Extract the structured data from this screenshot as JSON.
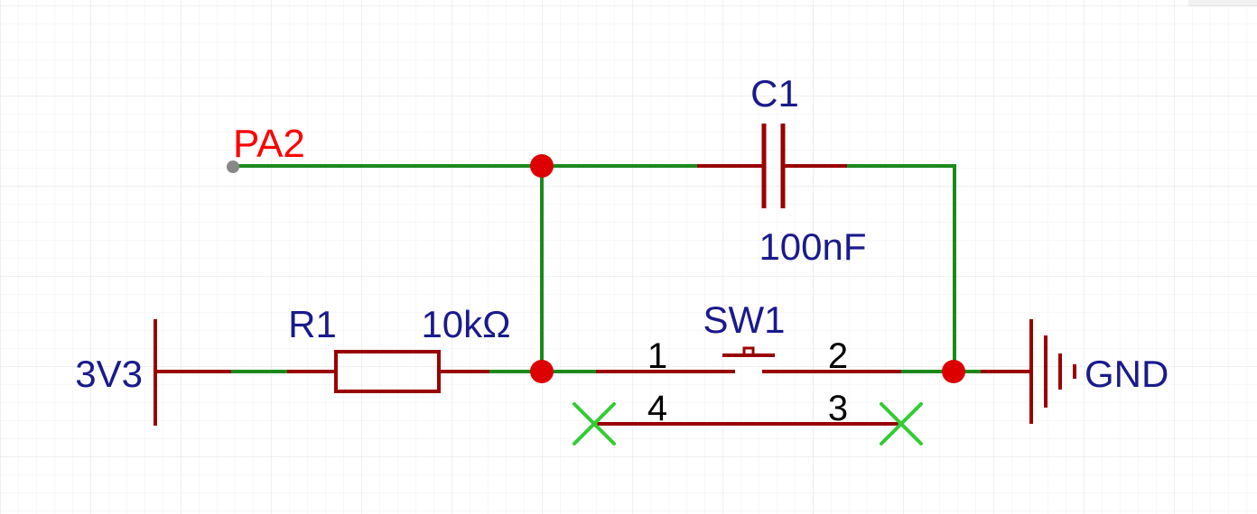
{
  "schematic": {
    "components": {
      "resistor": {
        "designator": "R1",
        "value": "10kΩ"
      },
      "capacitor": {
        "designator": "C1",
        "value": "100nF"
      },
      "switch": {
        "designator": "SW1",
        "pins": {
          "p1": "1",
          "p2": "2",
          "p3": "3",
          "p4": "4"
        }
      }
    },
    "power": {
      "supply": "3V3",
      "ground": "GND"
    },
    "net_labels": {
      "input": "PA2"
    },
    "colors": {
      "wire": "#1b8a1b",
      "component": "#990000",
      "junction": "#dd0000",
      "text": "#1a1a8c",
      "net_label": "#ff0000",
      "pin_number": "#000000",
      "no_connect": "#33cc33",
      "grid_minor": "#f0f0f0",
      "grid_major": "#e2e2e2"
    }
  }
}
